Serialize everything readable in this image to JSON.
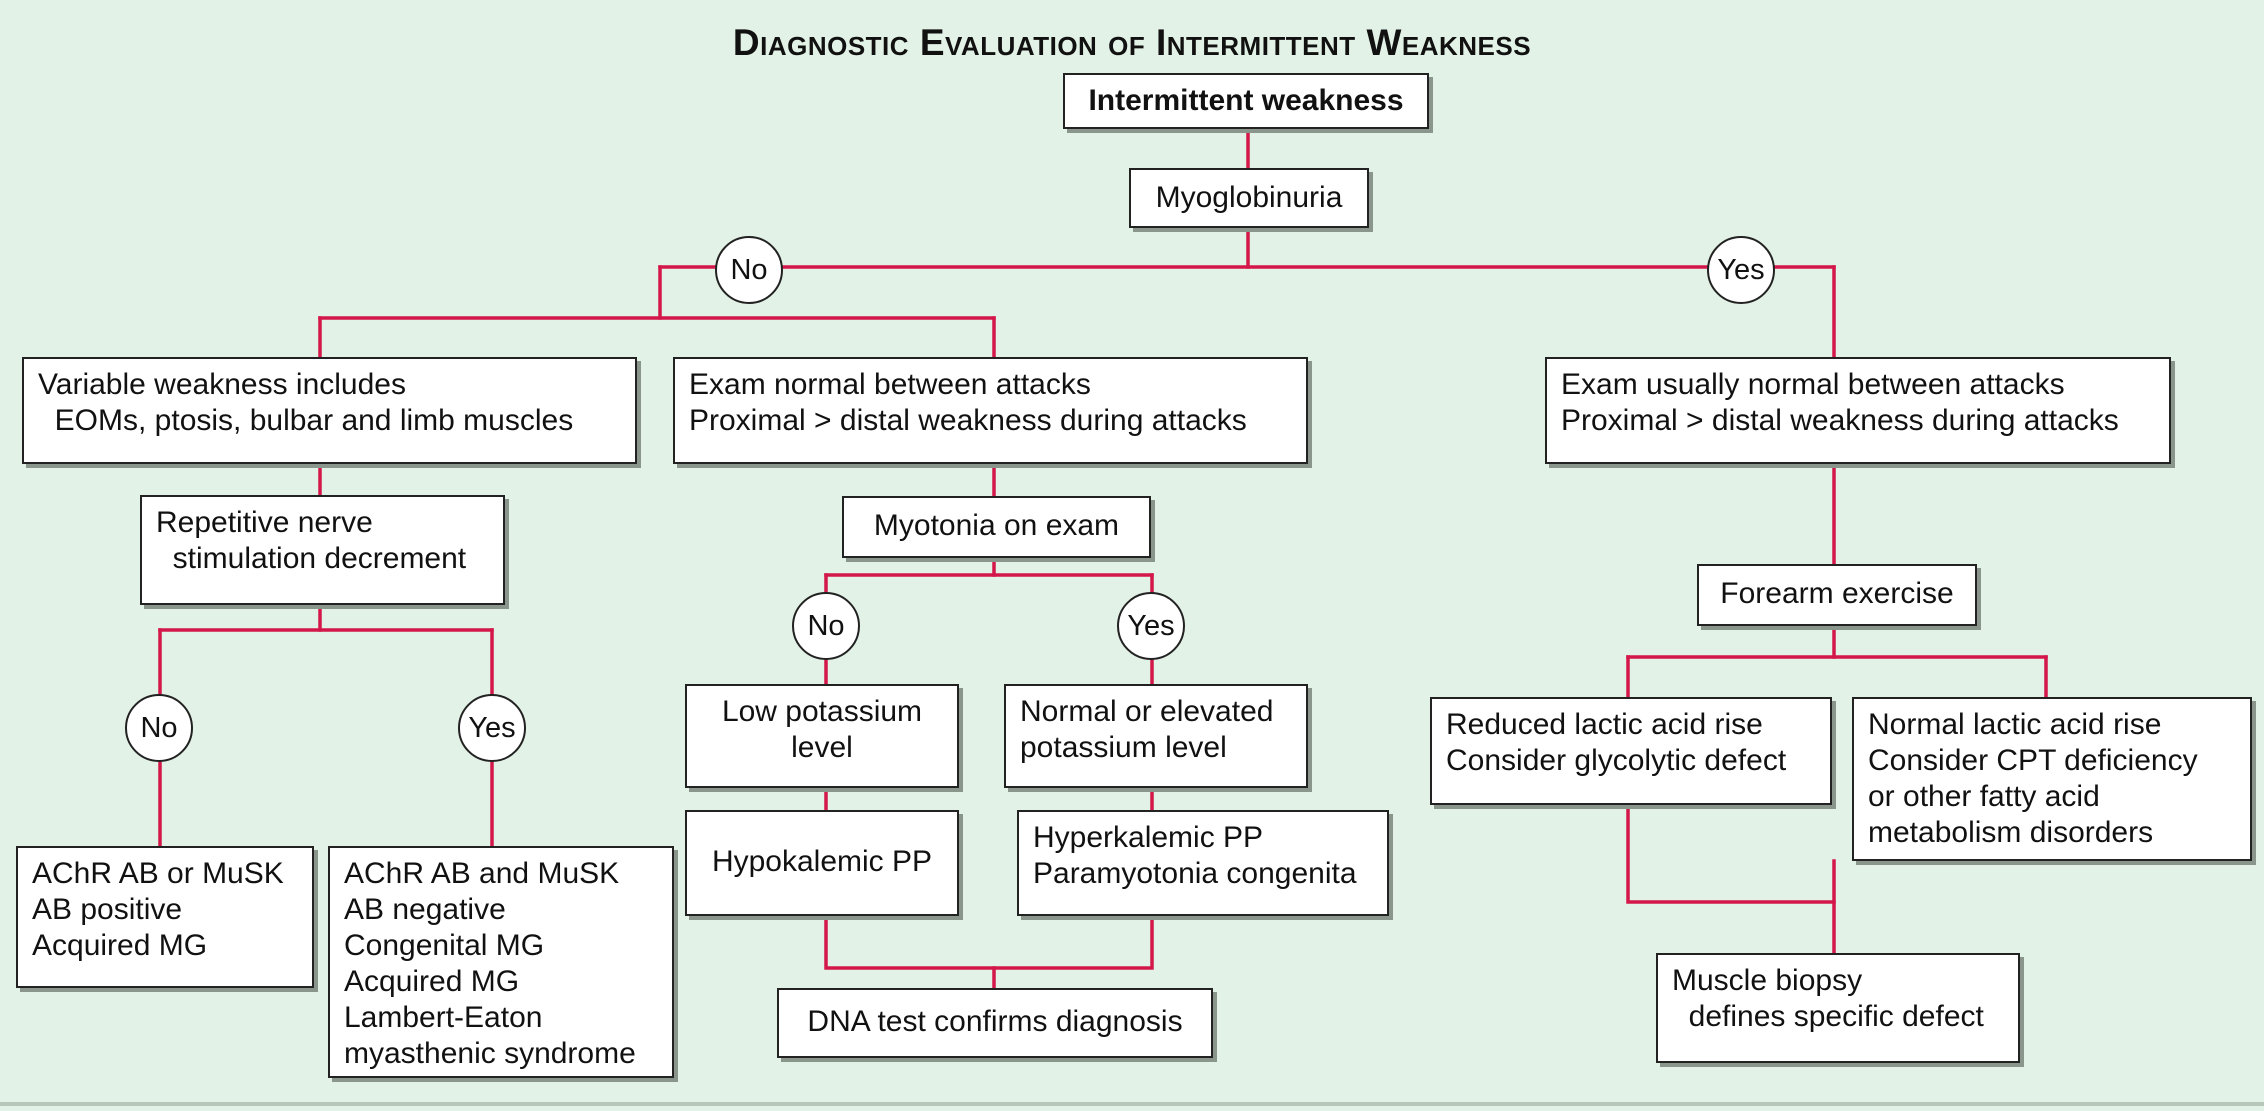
{
  "title": "Diagnostic Evaluation of Intermittent Weakness",
  "line_color": "#d4174a",
  "nodes": {
    "intermittent_weakness": "Intermittent weakness",
    "myoglobinuria": "Myoglobinuria",
    "variable_weakness": "Variable weakness includes\n  EOMs, ptosis, bulbar and limb muscles",
    "repetitive_nerve": "Repetitive nerve\n  stimulation decrement",
    "achr_positive": "AChR AB or MuSK\nAB positive\nAcquired MG",
    "achr_negative": "AChR AB and MuSK\nAB negative\nCongenital MG\nAcquired MG\nLambert-Eaton\nmyasthenic syndrome",
    "exam_normal": "Exam normal between attacks\nProximal > distal weakness during attacks",
    "myotonia": "Myotonia on exam",
    "low_potassium": "Low potassium\nlevel",
    "normal_potassium": "Normal or elevated\npotassium level",
    "hypokalemic": "Hypokalemic PP",
    "hyperkalemic": "Hyperkalemic PP\nParamyotonia congenita",
    "dna_test": "DNA test confirms diagnosis",
    "exam_usually_normal": "Exam usually normal between attacks\nProximal > distal weakness during attacks",
    "forearm": "Forearm exercise",
    "reduced_lactic": "Reduced lactic acid rise\nConsider glycolytic defect",
    "normal_lactic": "Normal lactic acid rise\nConsider CPT deficiency\nor other fatty acid\nmetabolism disorders",
    "muscle_biopsy": "Muscle biopsy\n  defines specific defect"
  },
  "decisions": {
    "myoglobinuria_no": "No",
    "myoglobinuria_yes": "Yes",
    "repetitive_no": "No",
    "repetitive_yes": "Yes",
    "myotonia_no": "No",
    "myotonia_yes": "Yes"
  }
}
